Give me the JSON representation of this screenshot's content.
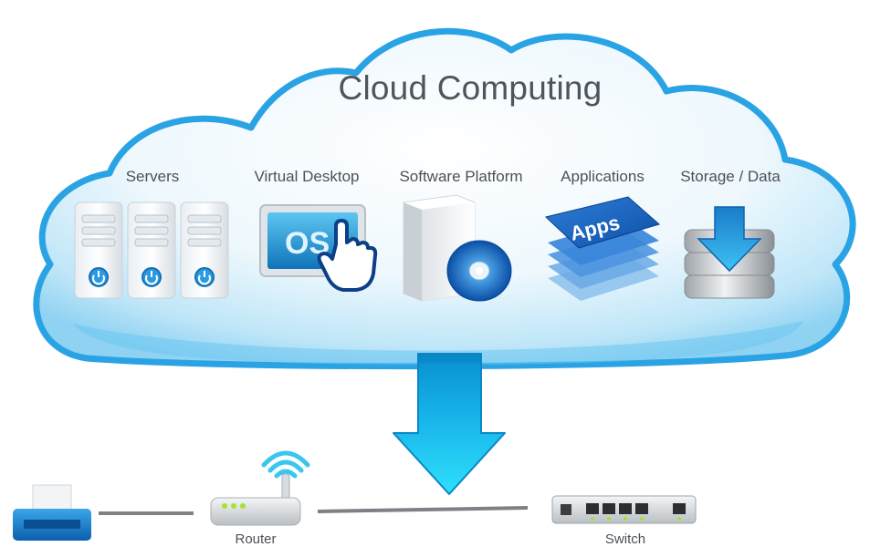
{
  "title": "Cloud Computing",
  "categories": [
    {
      "key": "servers",
      "label": "Servers",
      "icon": "server-rack-icon"
    },
    {
      "key": "virtual_desktop",
      "label": "Virtual Desktop",
      "icon": "monitor-os-icon"
    },
    {
      "key": "software_platform",
      "label": "Software Platform",
      "icon": "software-box-icon"
    },
    {
      "key": "applications",
      "label": "Applications",
      "icon": "apps-stack-icon"
    },
    {
      "key": "storage",
      "label": "Storage / Data",
      "icon": "database-download-icon"
    }
  ],
  "devices": {
    "router": "Router",
    "switch": "Switch",
    "printer": ""
  },
  "icon_text": {
    "os": "OS",
    "apps": "Apps"
  },
  "colors": {
    "cloud_outline": "#29a3e3",
    "cloud_fill": "#e8f6fd",
    "arrow": "#1bc3f0",
    "led_green": "#a6e22e"
  }
}
